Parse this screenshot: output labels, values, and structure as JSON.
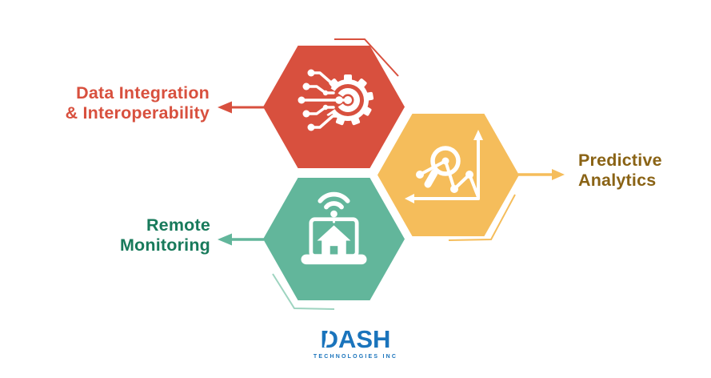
{
  "colors": {
    "red": "#d8503e",
    "yellow": "#f5bd5b",
    "teal": "#62b69b",
    "tealLight": "#9ed4c0",
    "greenText": "#187a5b",
    "goldText": "#8a6315",
    "blue": "#1a74bc"
  },
  "hexagons": [
    {
      "id": "data-integration",
      "label": "Data Integration\n& Interoperability",
      "icon": "circuit-gear-icon",
      "color": "#d8503e",
      "label_color": "#d8503e"
    },
    {
      "id": "predictive-analytics",
      "label": "Predictive\nAnalytics",
      "icon": "chart-magnifier-icon",
      "color": "#f5bd5b",
      "label_color": "#8a6315"
    },
    {
      "id": "remote-monitoring",
      "label": "Remote\nMonitoring",
      "icon": "laptop-home-wifi-icon",
      "color": "#62b69b",
      "label_color": "#187a5b"
    }
  ],
  "logo": {
    "name": "DASH",
    "tagline": "TECHNOLOGIES INC"
  }
}
